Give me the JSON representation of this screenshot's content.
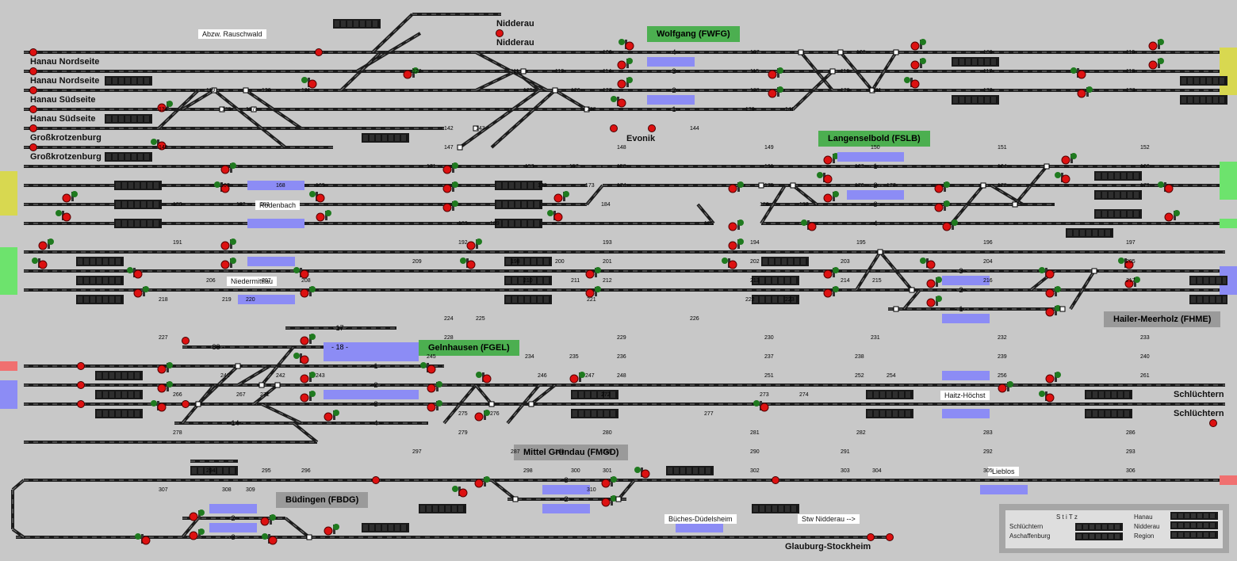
{
  "app": {
    "title": "Stellwerk Sim - Hanau / Schlüchtern Gleisbild",
    "colors": {
      "background": "#c8c8c8",
      "track": "#202020",
      "signal_red": "#dd1111",
      "signal_green": "#1f7a1f",
      "station_green": "#4caf50",
      "station_gray": "#9a9a9a",
      "occupancy_blue": "#8c8cf5",
      "edge_yellow": "#d8d850",
      "edge_lightgreen": "#6de36d",
      "edge_blue": "#8c8cf5",
      "edge_pink": "#f07070"
    }
  },
  "edge_labels": {
    "hanau_nord_1": "Hanau Nordseite",
    "hanau_nord_2": "Hanau Nordseite",
    "hanau_sued_1": "Hanau Südseite",
    "hanau_sued_2": "Hanau Südseite",
    "grosskrotzenburg_1": "Großkrotzenburg",
    "grosskrotzenburg_2": "Großkrotzenburg",
    "nidderau_1": "Nidderau",
    "nidderau_2": "Nidderau",
    "evonik": "Evonik",
    "schluechtern_1": "Schlüchtern",
    "schluechtern_2": "Schlüchtern",
    "glauburg": "Glauburg-Stockheim"
  },
  "stations": {
    "wolfgang": "Wolfgang (FWFG)",
    "langenselbold": "Langenselbold (FSLB)",
    "hailer": "Hailer-Meerholz (FHME)",
    "gelnhausen": "Gelnhausen (FGEL)",
    "mittel_gruendau": "Mittel Gründau (FMGD)",
    "buedingen": "Büdingen (FBDG)"
  },
  "place_labels": {
    "rauschwald": "Abzw. Rauschwald",
    "rodenbach": "Rodenbach",
    "niedermittlau": "Niedermittlau",
    "haitz": "Haitz-Höchst",
    "lieblos": "Lieblos",
    "buches": "Büches-Düdelsheim",
    "stw_nidderau": "Stw Nidderau -->"
  },
  "track_numbers": {
    "w4": "- 4 -",
    "w3": "- 3 -",
    "w2": "- 2 -",
    "w1": "- 1 -",
    "l1": "- 1 -",
    "l2": "- 2 -",
    "l3": "- 3 -",
    "l4": "- 4 -",
    "h3": "- 3 -",
    "h2": "- 2 -",
    "h1": "- 1 -",
    "g17": "- 17 -",
    "g88": "- 88 -",
    "g18": "- 18 -",
    "g1": "- 1 -",
    "g2": "- 2 -",
    "g3": "- 3 -",
    "g14": "- 14 -",
    "g4": "- 4 -",
    "m3": "- 3 -",
    "m2": "- 2 -",
    "b2": "- 2 -",
    "b3": "- 3 -"
  },
  "signal_numbers": [
    "106",
    "107",
    "108",
    "109",
    "110",
    "111",
    "112",
    "114",
    "115",
    "116",
    "117",
    "118",
    "119",
    "120",
    "121",
    "122",
    "125",
    "126",
    "127",
    "128",
    "129",
    "131",
    "132",
    "133",
    "134",
    "135",
    "137",
    "138",
    "139",
    "141",
    "142",
    "143",
    "144",
    "145",
    "147",
    "148",
    "149",
    "150",
    "151",
    "152",
    "153",
    "157",
    "158",
    "161",
    "163",
    "164",
    "166",
    "167",
    "168",
    "169",
    "171",
    "172",
    "173",
    "174",
    "175",
    "176",
    "177",
    "178",
    "179",
    "180",
    "182",
    "183",
    "184",
    "186",
    "187",
    "188",
    "189",
    "190",
    "191",
    "192",
    "193",
    "194",
    "195",
    "196",
    "197",
    "198",
    "200",
    "201",
    "202",
    "203",
    "204",
    "205",
    "206",
    "207",
    "208",
    "209",
    "210",
    "211",
    "212",
    "213",
    "214",
    "215",
    "216",
    "217",
    "218",
    "219",
    "220",
    "221",
    "222",
    "223",
    "224",
    "225",
    "226",
    "227",
    "228",
    "229",
    "230",
    "231",
    "232",
    "233",
    "234",
    "235",
    "236",
    "237",
    "238",
    "239",
    "240",
    "241",
    "242",
    "243",
    "245",
    "246",
    "247",
    "248",
    "251",
    "252",
    "254",
    "256",
    "261",
    "266",
    "267",
    "271",
    "272",
    "273",
    "274",
    "275",
    "276",
    "277",
    "278",
    "279",
    "280",
    "281",
    "282",
    "283",
    "286",
    "287",
    "288",
    "289",
    "290",
    "291",
    "292",
    "293",
    "294",
    "295",
    "296",
    "297",
    "298",
    "300",
    "301",
    "302",
    "303",
    "304",
    "305",
    "306",
    "307",
    "308",
    "309",
    "310"
  ],
  "legend": {
    "header": "S t i T z",
    "left": [
      "Schlüchtern",
      "Aschaffenburg"
    ],
    "right": [
      "Hanau",
      "Nidderau",
      "Region"
    ]
  }
}
